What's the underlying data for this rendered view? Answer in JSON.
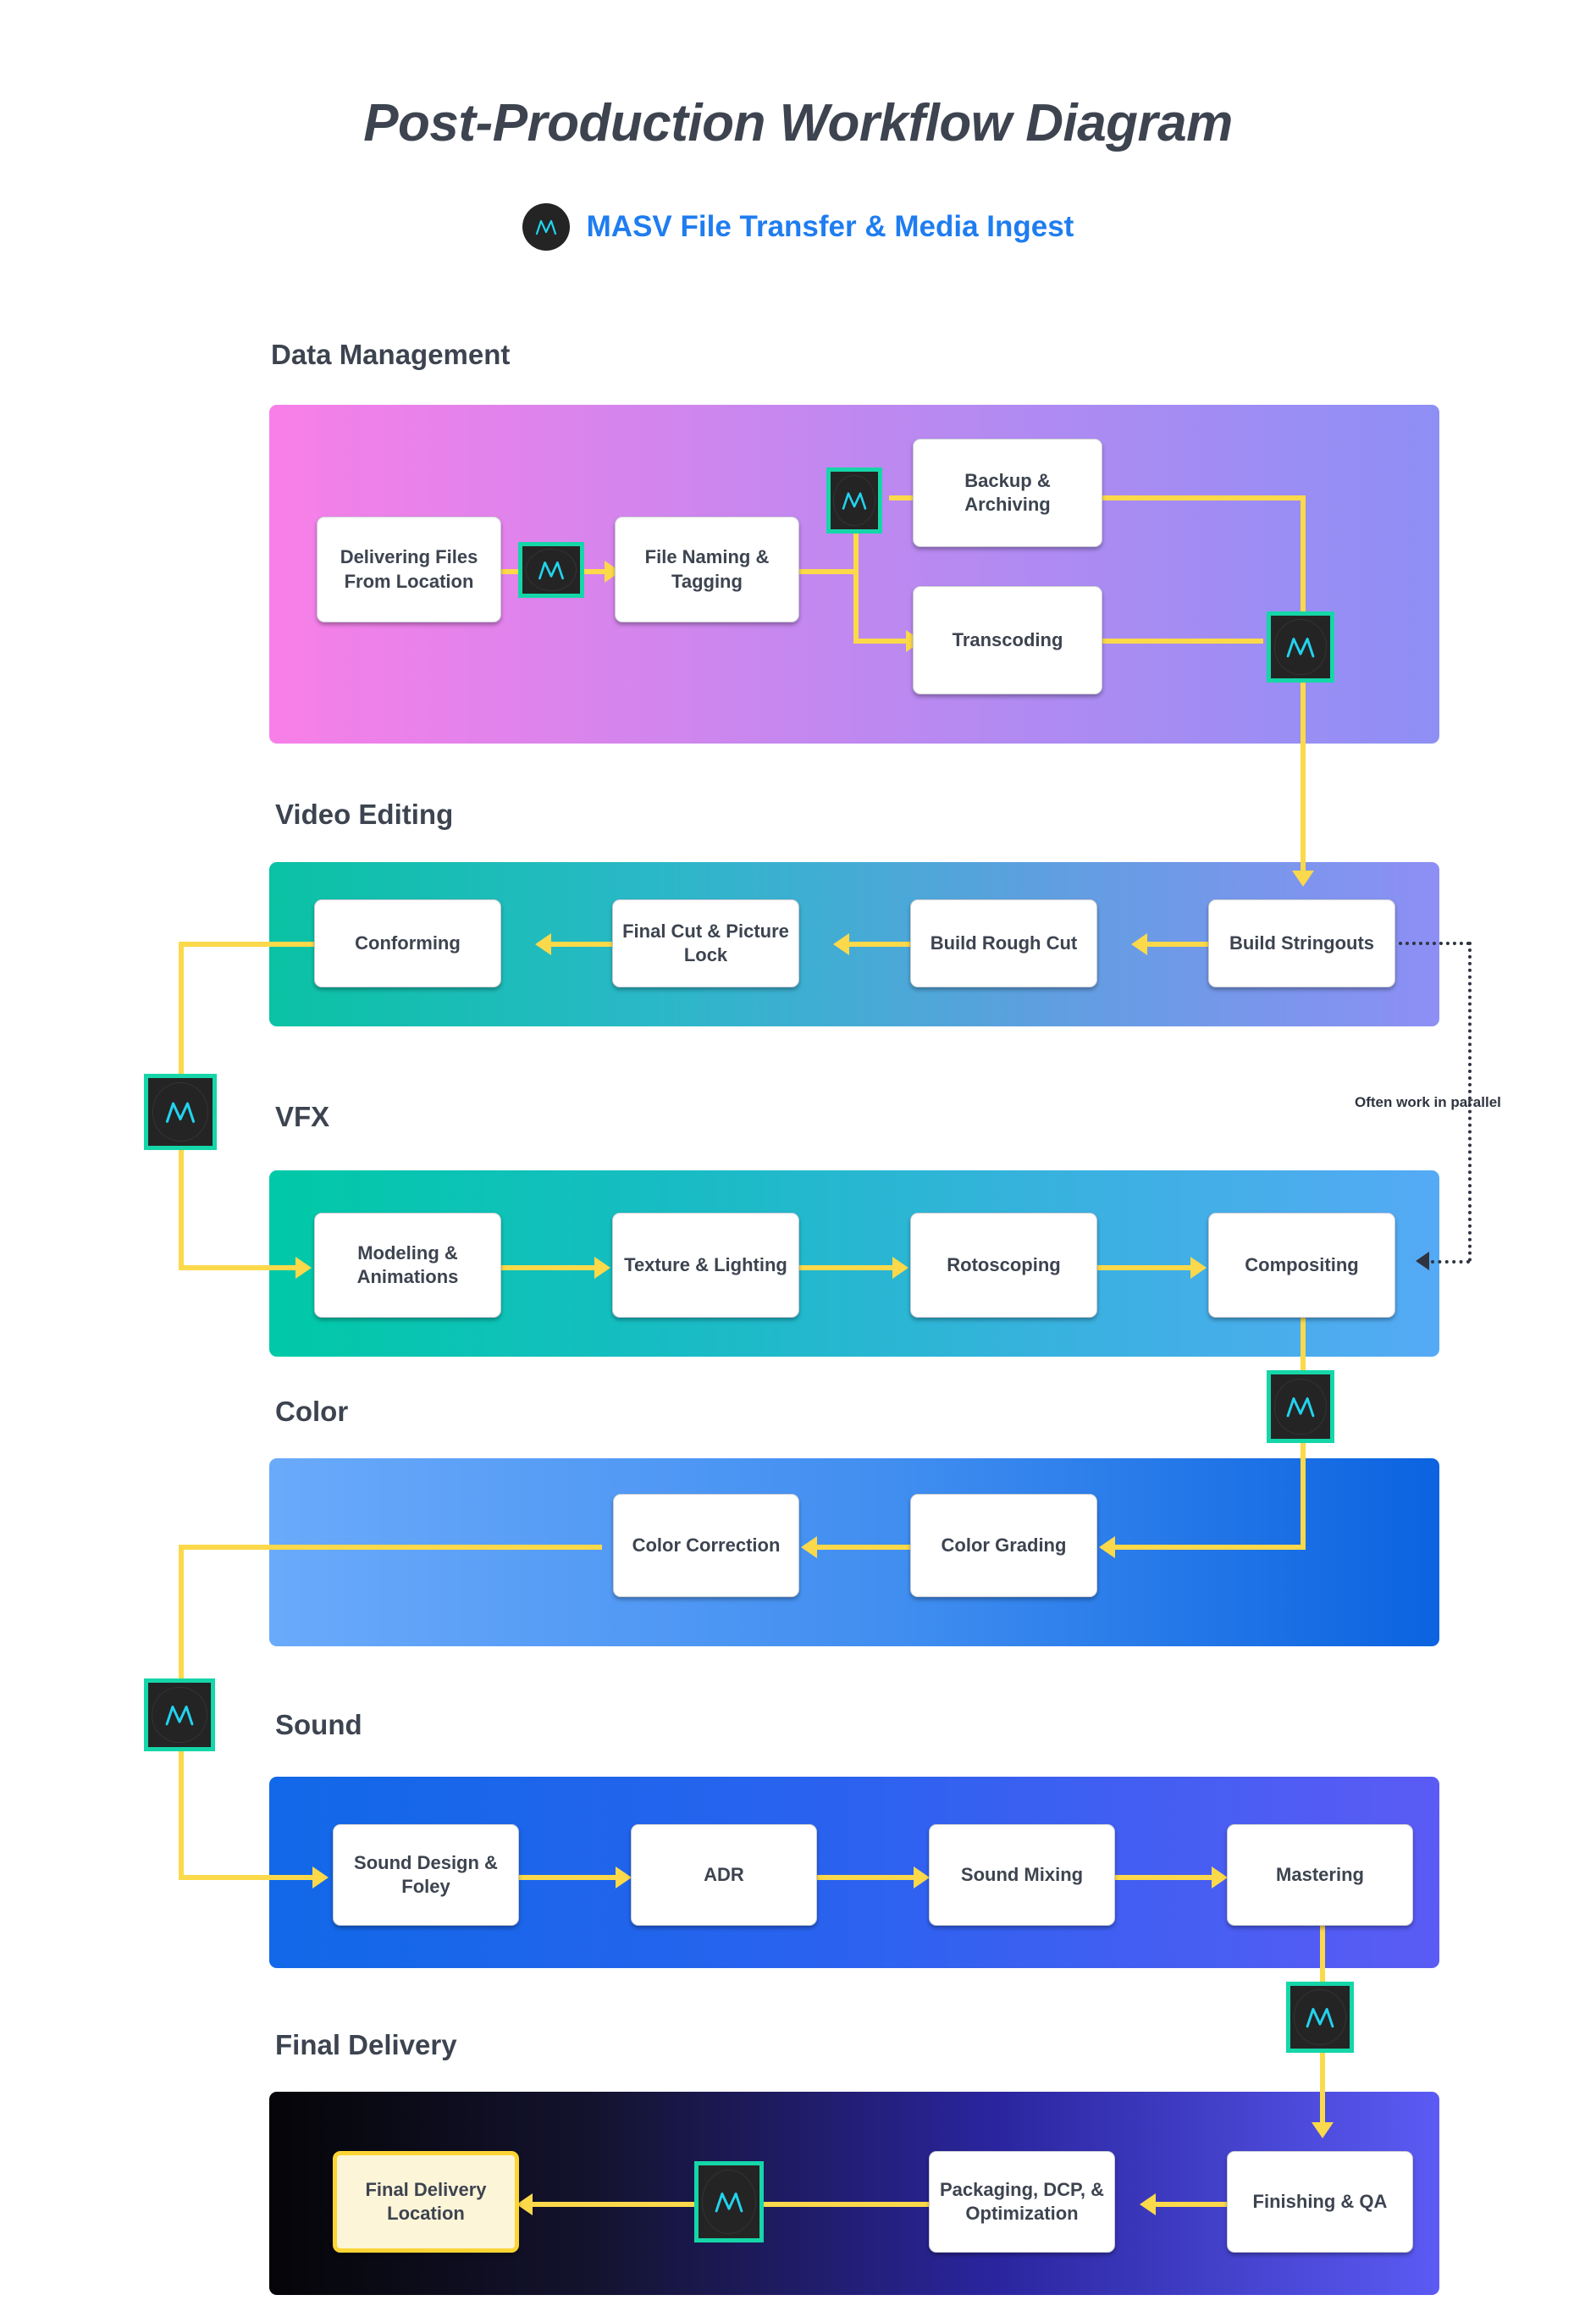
{
  "header": {
    "title": "Post-Production Workflow Diagram",
    "subtitle": "MASV File Transfer & Media Ingest",
    "brand_icon": "masv-logo-icon",
    "title_color": "#3d4450",
    "subtitle_color": "#1f7df0"
  },
  "palette": {
    "connector_yellow": "#fcd94a",
    "masv_border_teal": "#15d6a8",
    "masv_bg_dark": "#242424",
    "masv_glyph_cyan": "#22d3ee",
    "node_text": "#3d4450",
    "highlight_fill": "#fdf5d8",
    "highlight_border": "#fcd535"
  },
  "sections": [
    {
      "id": "data-management",
      "title": "Data Management",
      "gradient_from": "#f87fe8",
      "gradient_to": "#8e8ff5",
      "nodes": [
        {
          "id": "delivering-files",
          "label": "Delivering Files From Location"
        },
        {
          "id": "file-naming",
          "label": "File Naming & Tagging"
        },
        {
          "id": "backup-archiving",
          "label": "Backup & Archiving"
        },
        {
          "id": "transcoding",
          "label": "Transcoding"
        }
      ]
    },
    {
      "id": "video-editing",
      "title": "Video Editing",
      "gradient_from": "#0ac2a4",
      "gradient_to": "#8e8ff5",
      "nodes": [
        {
          "id": "conforming",
          "label": "Conforming"
        },
        {
          "id": "final-cut-picture-lock",
          "label": "Final Cut & Picture Lock"
        },
        {
          "id": "build-rough-cut",
          "label": "Build Rough Cut"
        },
        {
          "id": "build-stringouts",
          "label": "Build Stringouts"
        }
      ]
    },
    {
      "id": "vfx",
      "title": "VFX",
      "gradient_from": "#00c9a7",
      "gradient_to": "#55aaf5",
      "nodes": [
        {
          "id": "modeling-animations",
          "label": "Modeling & Animations"
        },
        {
          "id": "texture-lighting",
          "label": "Texture & Lighting"
        },
        {
          "id": "rotoscoping",
          "label": "Rotoscoping"
        },
        {
          "id": "compositing",
          "label": "Compositing"
        }
      ]
    },
    {
      "id": "color",
      "title": "Color",
      "gradient_from": "#6aaafa",
      "gradient_to": "#0b63e0",
      "nodes": [
        {
          "id": "color-correction",
          "label": "Color Correction"
        },
        {
          "id": "color-grading",
          "label": "Color Grading"
        }
      ]
    },
    {
      "id": "sound",
      "title": "Sound",
      "gradient_from": "#1168e8",
      "gradient_to": "#5b5bf5",
      "nodes": [
        {
          "id": "sound-design-foley",
          "label": "Sound Design & Foley"
        },
        {
          "id": "adr",
          "label": "ADR"
        },
        {
          "id": "sound-mixing",
          "label": "Sound Mixing"
        },
        {
          "id": "mastering",
          "label": "Mastering"
        }
      ]
    },
    {
      "id": "final-delivery",
      "title": "Final Delivery",
      "gradient_from": "#050508",
      "gradient_to": "#5b5bf5",
      "nodes": [
        {
          "id": "final-delivery-location",
          "label": "Final Delivery Location",
          "highlight": true
        },
        {
          "id": "packaging-dcp",
          "label": "Packaging, DCP, & Optimization"
        },
        {
          "id": "finishing-qa",
          "label": "Finishing & QA"
        }
      ]
    }
  ],
  "annotations": {
    "parallel_note": "Often work in parallel"
  },
  "masv_badges": [
    {
      "id": "masv-dm-1",
      "between": "delivering-files-to-file-naming"
    },
    {
      "id": "masv-dm-2",
      "between": "file-naming-to-backup-archiving"
    },
    {
      "id": "masv-dm-3",
      "between": "data-management-to-video-editing"
    },
    {
      "id": "masv-ve-vfx",
      "between": "conforming-to-modeling-animations"
    },
    {
      "id": "masv-vfx-color",
      "between": "compositing-to-color-grading"
    },
    {
      "id": "masv-color-sound",
      "between": "color-correction-to-sound-design"
    },
    {
      "id": "masv-sound-final",
      "between": "mastering-to-finishing-qa"
    },
    {
      "id": "masv-final-delivery",
      "between": "packaging-to-final-delivery-location"
    }
  ]
}
